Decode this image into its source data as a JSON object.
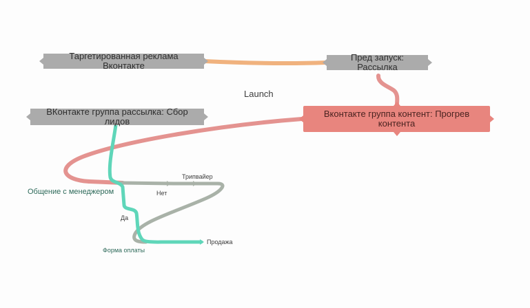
{
  "title": "Launch",
  "nodes": {
    "vk_ads": "Таргетированная реклама Вконтакте",
    "pre_launch": "Пред запуск: Рассылка",
    "vk_group": "ВКонтакте группа рассылка: Сбор лидов",
    "vk_content": "Вконтакте группа контент: Прогрев контента"
  },
  "labels": {
    "manager": "Общение с менеджером",
    "yes": "Да",
    "no": "Нет",
    "tripwire": "Трипвайер",
    "payment": "Форма оплаты",
    "sale": "Продажа"
  },
  "colors": {
    "orange_link": "#f0b27e",
    "red_link": "#e49390",
    "teal_link": "#5fd6b9",
    "gray_link": "#a9b2a8",
    "node_gray": "#ababab",
    "node_active": "#e8857e"
  }
}
